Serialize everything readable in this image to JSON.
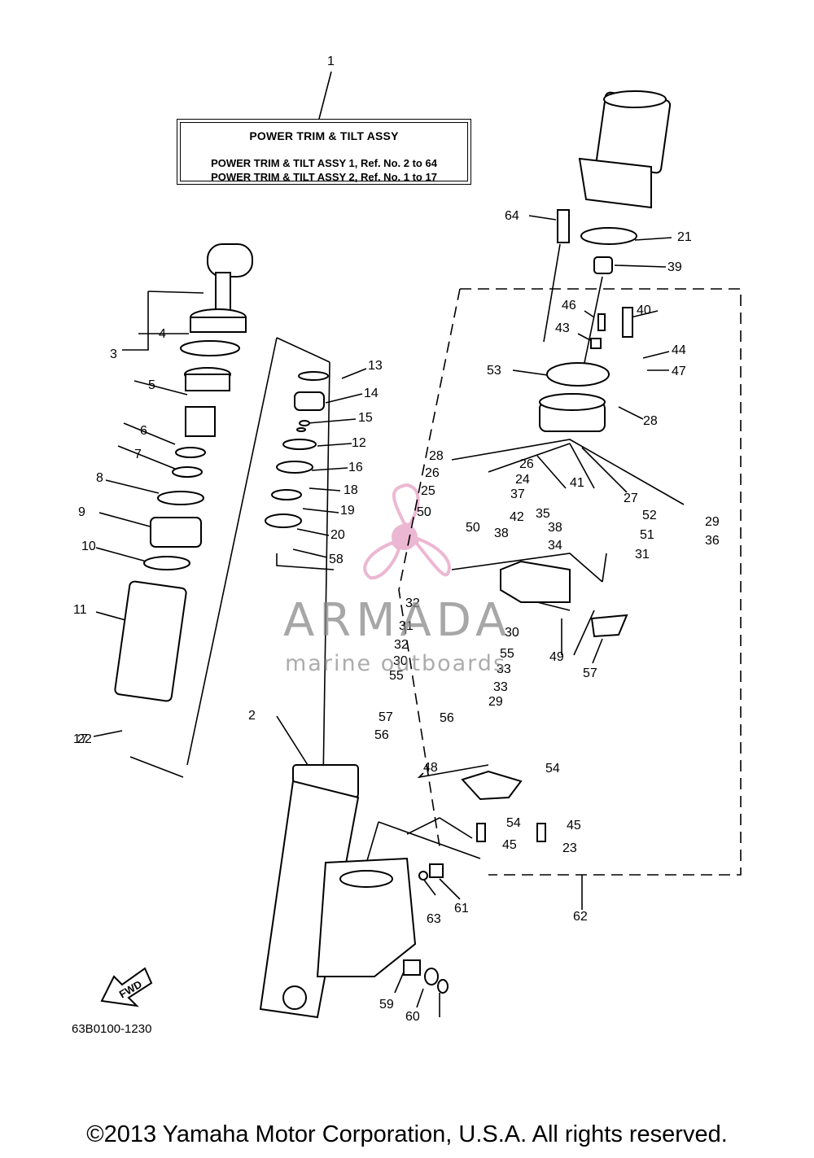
{
  "legend": {
    "title": "POWER TRIM & TILT ASSY",
    "line1": "POWER TRIM & TILT ASSY 1, Ref. No. 2 to 64",
    "line2": "POWER TRIM & TILT ASSY 2, Ref. No. 1 to 17"
  },
  "diagram_code": "63B0100-1230",
  "copyright": "©2013 Yamaha Motor Corporation, U.S.A. All rights reserved.",
  "watermark": {
    "name": "ARMADA",
    "sub": "marine outboards",
    "accent": "#e8a6c8"
  },
  "fwd_label": "FWD",
  "callouts": [
    "1",
    "2",
    "3",
    "4",
    "5",
    "6",
    "7",
    "8",
    "9",
    "10",
    "11",
    "17",
    "22",
    "13",
    "14",
    "15",
    "12",
    "16",
    "18",
    "19",
    "20",
    "58",
    "64",
    "21",
    "39",
    "46",
    "40",
    "43",
    "44",
    "53",
    "47",
    "28",
    "28",
    "26",
    "26",
    "24",
    "25",
    "37",
    "41",
    "27",
    "50",
    "50",
    "42",
    "35",
    "52",
    "29",
    "38",
    "38",
    "51",
    "36",
    "34",
    "31",
    "32",
    "31",
    "30",
    "32",
    "55",
    "30",
    "33",
    "55",
    "33",
    "29",
    "49",
    "57",
    "57",
    "56",
    "56",
    "48",
    "54",
    "54",
    "45",
    "45",
    "23",
    "62",
    "63",
    "61",
    "59",
    "60"
  ]
}
